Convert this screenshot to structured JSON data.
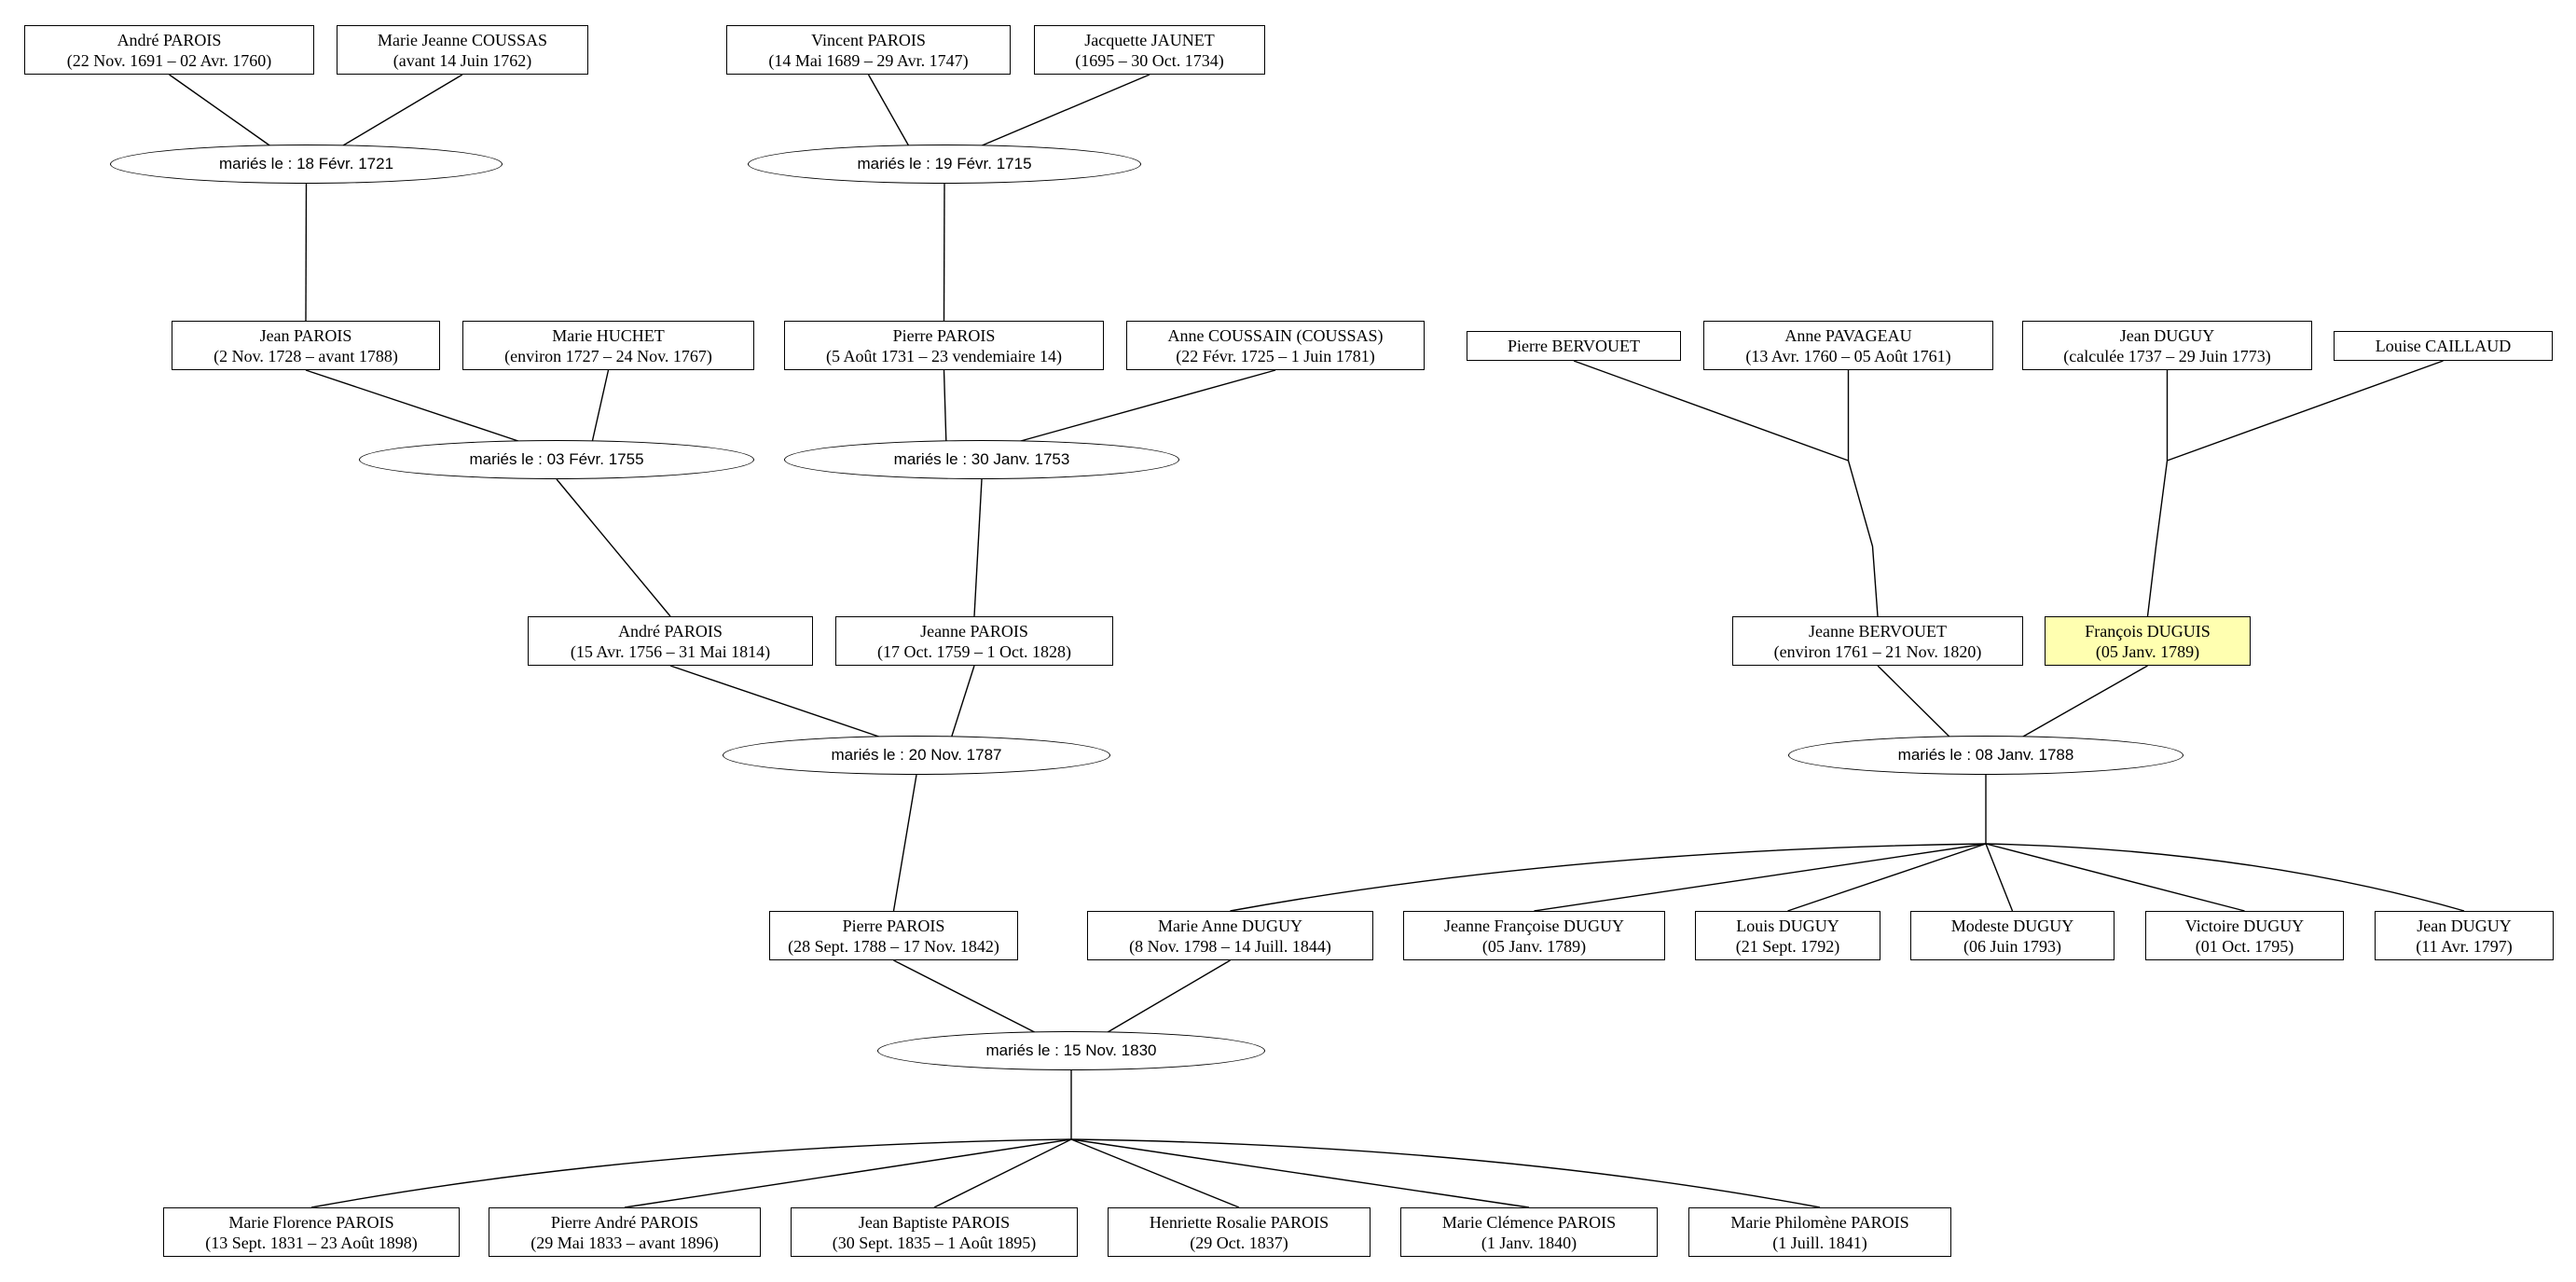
{
  "people": [
    {
      "id": "andre_parois_1691",
      "name": "André PAROIS",
      "dates": "(22 Nov. 1691 – 02 Avr. 1760)"
    },
    {
      "id": "marie_jeanne_coussas",
      "name": "Marie Jeanne COUSSAS",
      "dates": "(avant 14 Juin 1762)"
    },
    {
      "id": "vincent_parois",
      "name": "Vincent PAROIS",
      "dates": "(14 Mai 1689 – 29 Avr. 1747)"
    },
    {
      "id": "jacquette_jaunet",
      "name": "Jacquette JAUNET",
      "dates": "(1695 – 30 Oct. 1734)"
    },
    {
      "id": "jean_parois",
      "name": "Jean PAROIS",
      "dates": "(2 Nov. 1728 – avant 1788)"
    },
    {
      "id": "marie_huchet",
      "name": "Marie HUCHET",
      "dates": "(environ 1727 – 24 Nov. 1767)"
    },
    {
      "id": "pierre_parois_1731",
      "name": "Pierre PAROIS",
      "dates": "(5 Août 1731 – 23 vendemiaire 14)"
    },
    {
      "id": "anne_coussain",
      "name": "Anne COUSSAIN (COUSSAS)",
      "dates": "(22 Févr. 1725 – 1 Juin 1781)"
    },
    {
      "id": "pierre_bervouet",
      "name": "Pierre BERVOUET",
      "dates": ""
    },
    {
      "id": "anne_pavageau",
      "name": "Anne PAVAGEAU",
      "dates": "(13 Avr. 1760 – 05 Août 1761)"
    },
    {
      "id": "jean_duguy_1737",
      "name": "Jean DUGUY",
      "dates": "(calculée 1737 – 29 Juin 1773)"
    },
    {
      "id": "louise_caillaud",
      "name": "Louise CAILLAUD",
      "dates": ""
    },
    {
      "id": "andre_parois_1756",
      "name": "André PAROIS",
      "dates": "(15 Avr. 1756 – 31 Mai 1814)"
    },
    {
      "id": "jeanne_parois",
      "name": "Jeanne PAROIS",
      "dates": "(17 Oct. 1759 – 1 Oct. 1828)"
    },
    {
      "id": "jeanne_bervouet",
      "name": "Jeanne BERVOUET",
      "dates": "(environ 1761 – 21 Nov. 1820)"
    },
    {
      "id": "francois_duguis",
      "name": "François DUGUIS",
      "dates": "(05 Janv. 1789)",
      "highlight": true
    },
    {
      "id": "pierre_parois_1788",
      "name": "Pierre PAROIS",
      "dates": "(28 Sept. 1788 – 17 Nov. 1842)"
    },
    {
      "id": "marie_anne_duguy",
      "name": "Marie Anne DUGUY",
      "dates": "(8 Nov. 1798 – 14 Juill. 1844)"
    },
    {
      "id": "jeanne_francoise_duguy",
      "name": "Jeanne Françoise DUGUY",
      "dates": "(05 Janv. 1789)"
    },
    {
      "id": "louis_duguy",
      "name": "Louis DUGUY",
      "dates": "(21 Sept. 1792)"
    },
    {
      "id": "modeste_duguy",
      "name": "Modeste DUGUY",
      "dates": "(06 Juin 1793)"
    },
    {
      "id": "victoire_duguy",
      "name": "Victoire DUGUY",
      "dates": "(01 Oct. 1795)"
    },
    {
      "id": "jean_duguy_1797",
      "name": "Jean DUGUY",
      "dates": "(11 Avr. 1797)"
    },
    {
      "id": "marie_florence_parois",
      "name": "Marie Florence PAROIS",
      "dates": "(13 Sept. 1831 – 23 Août 1898)"
    },
    {
      "id": "pierre_andre_parois",
      "name": "Pierre André PAROIS",
      "dates": "(29 Mai 1833 – avant 1896)"
    },
    {
      "id": "jean_baptiste_parois",
      "name": "Jean Baptiste PAROIS",
      "dates": "(30 Sept. 1835 – 1 Août 1895)"
    },
    {
      "id": "henriette_rosalie_parois",
      "name": "Henriette Rosalie PAROIS",
      "dates": "(29 Oct. 1837)"
    },
    {
      "id": "marie_clemence_parois",
      "name": "Marie Clémence PAROIS",
      "dates": "(1 Janv. 1840)"
    },
    {
      "id": "marie_philomene_parois",
      "name": "Marie Philomène PAROIS",
      "dates": "(1 Juill. 1841)"
    }
  ],
  "marriages": [
    {
      "id": "m1721",
      "label": "mariés le : 18 Févr. 1721",
      "spouses": [
        "andre_parois_1691",
        "marie_jeanne_coussas"
      ],
      "children": [
        "jean_parois"
      ]
    },
    {
      "id": "m1715",
      "label": "mariés le : 19 Févr. 1715",
      "spouses": [
        "vincent_parois",
        "jacquette_jaunet"
      ],
      "children": [
        "pierre_parois_1731"
      ]
    },
    {
      "id": "m1755",
      "label": "mariés le : 03 Févr. 1755",
      "spouses": [
        "jean_parois",
        "marie_huchet"
      ],
      "children": [
        "andre_parois_1756"
      ]
    },
    {
      "id": "m1753",
      "label": "mariés le : 30 Janv. 1753",
      "spouses": [
        "pierre_parois_1731",
        "anne_coussain"
      ],
      "children": [
        "jeanne_parois"
      ]
    },
    {
      "id": "m1787",
      "label": "mariés le : 20 Nov. 1787",
      "spouses": [
        "andre_parois_1756",
        "jeanne_parois"
      ],
      "children": [
        "pierre_parois_1788"
      ]
    },
    {
      "id": "m1788",
      "label": "mariés le : 08 Janv. 1788",
      "spouses": [
        "jeanne_bervouet",
        "francois_duguis"
      ],
      "children": [
        "marie_anne_duguy",
        "jeanne_francoise_duguy",
        "louis_duguy",
        "modeste_duguy",
        "victoire_duguy",
        "jean_duguy_1797"
      ]
    },
    {
      "id": "m1830",
      "label": "mariés le : 15 Nov. 1830",
      "spouses": [
        "pierre_parois_1788",
        "marie_anne_duguy"
      ],
      "children": [
        "marie_florence_parois",
        "pierre_andre_parois",
        "jean_baptiste_parois",
        "henriette_rosalie_parois",
        "marie_clemence_parois",
        "marie_philomene_parois"
      ]
    }
  ],
  "parent_links": [
    {
      "parents": [
        "pierre_bervouet",
        "anne_pavageau"
      ],
      "child": "jeanne_bervouet"
    },
    {
      "parents": [
        "jean_duguy_1737",
        "louise_caillaud"
      ],
      "child": "francois_duguis"
    }
  ],
  "colors": {
    "highlight": "#ffffb0",
    "stroke": "#000000",
    "background": "#ffffff"
  }
}
